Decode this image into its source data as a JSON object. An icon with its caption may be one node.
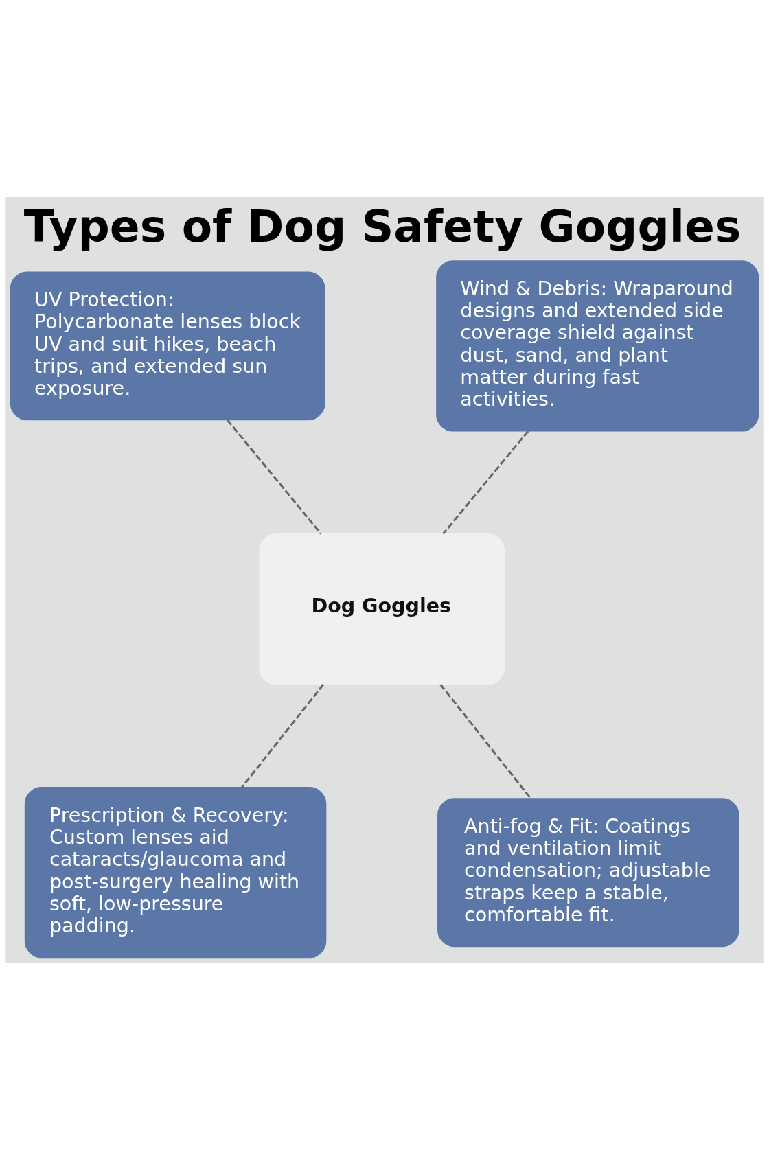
{
  "diagram": {
    "title": "Types of Dog Safety Goggles",
    "nodes": [
      {
        "text": [
          "UV Protection: Polycarbonate lenses block UV and suit hikes, beach trips, and extended sun exposure."
        ]
      },
      {
        "text": [
          "Wind & Debris: Wraparound designs and extended side coverage shield against dust, sand, and plant matter during fast activities."
        ]
      },
      {
        "text": [
          "Dog Goggles"
        ]
      },
      {
        "text": [
          "Prescription & Recovery: Custom lenses aid cataracts/glaucoma and post-surgery healing with soft, low-pressure padding."
        ]
      },
      {
        "text": [
          "Anti-fog & Fit: Coatings and ventilation limit condensation; adjustable straps keep a stable, comfortable fit."
        ]
      }
    ],
    "edges": [
      {
        "from": 2,
        "to": 0,
        "arrow": "none",
        "style": "dashed"
      },
      {
        "from": 2,
        "to": 1,
        "arrow": "none",
        "style": "dashed"
      },
      {
        "from": 2,
        "to": 3,
        "arrow": "none",
        "style": "dashed"
      },
      {
        "from": 2,
        "to": 4,
        "arrow": "none",
        "style": "dashed"
      }
    ]
  }
}
